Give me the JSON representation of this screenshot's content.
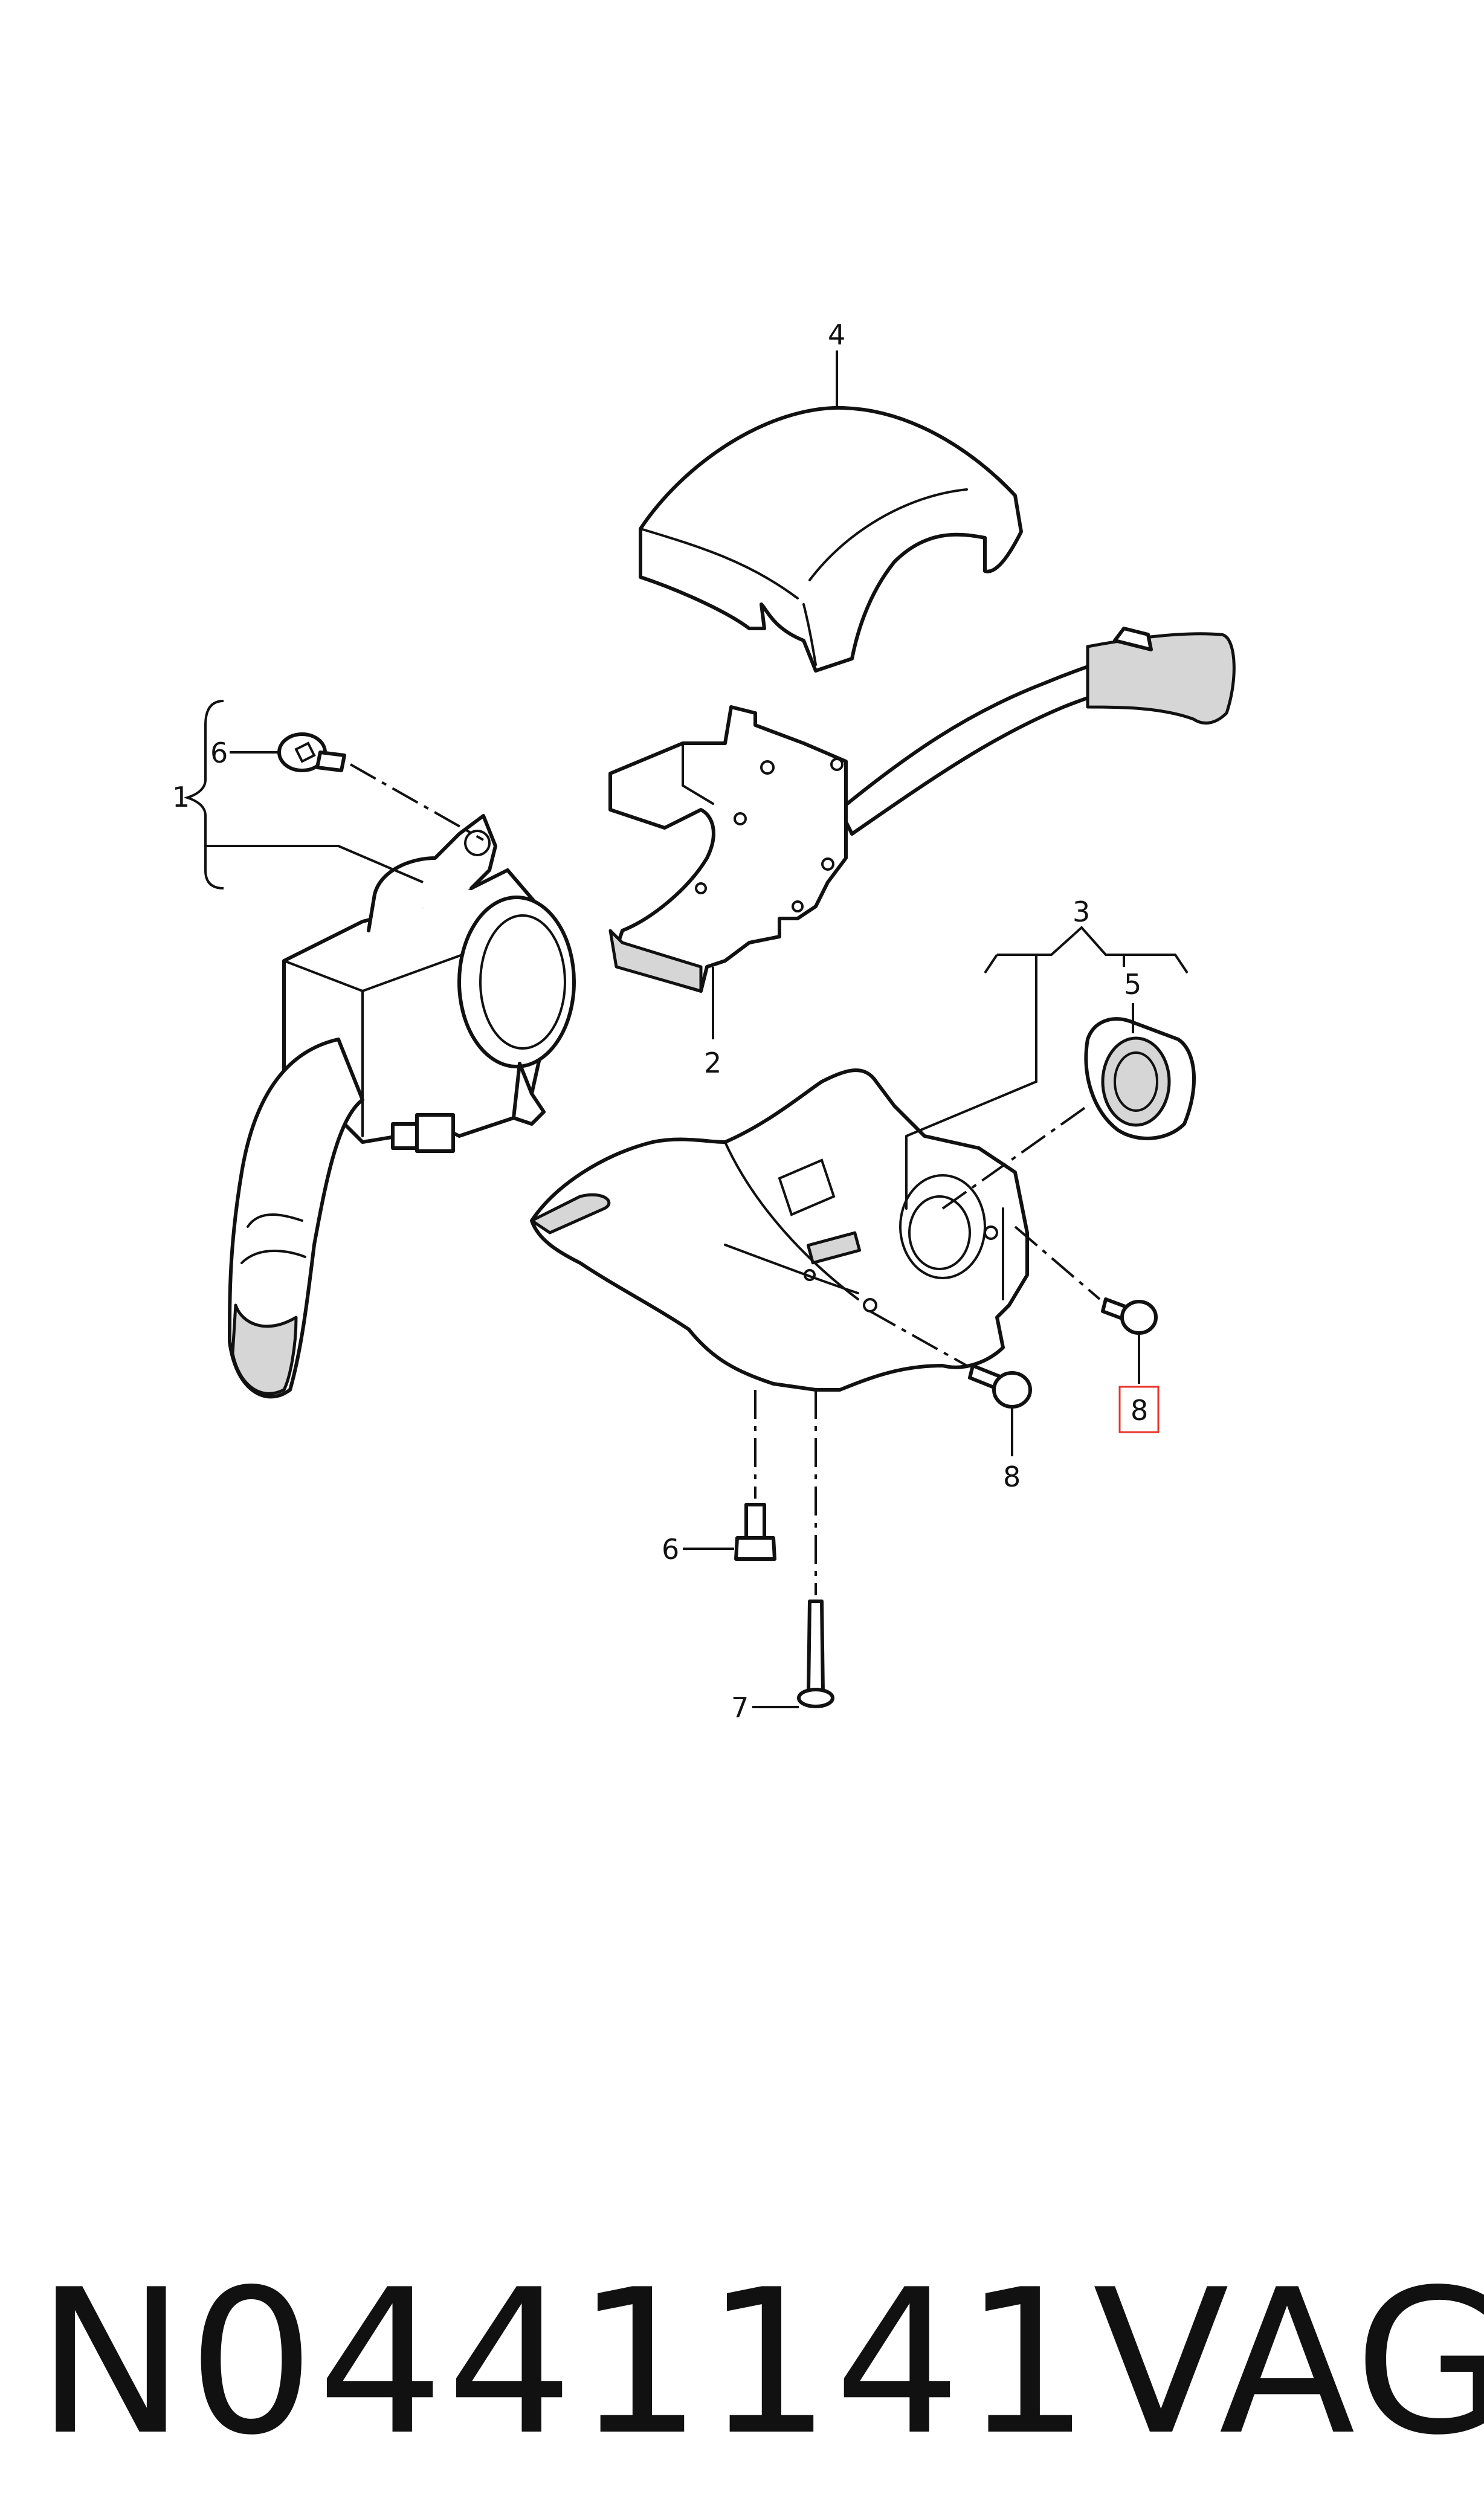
{
  "diagram": {
    "labels": {
      "l1": "1",
      "l2": "2",
      "l3": "3",
      "l4": "4",
      "l5": "5",
      "l6a": "6",
      "l6b": "6",
      "l7": "7",
      "l8a": "8",
      "l8b": "8"
    },
    "highlight_color": "#e8342c"
  },
  "footer": {
    "part_number": "N0441141",
    "brand": "VAG"
  }
}
